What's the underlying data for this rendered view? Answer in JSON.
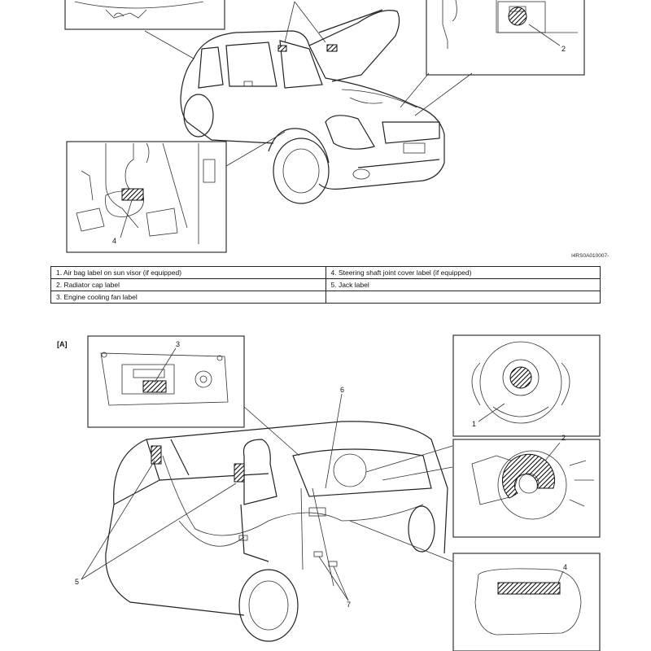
{
  "figure_code": "I4RS0A010007-",
  "figure_tag": "[A]",
  "legend": {
    "rows": [
      [
        "1.  Air bag label on sun visor (if equipped)",
        "4.  Steering shaft joint cover label (if equipped)"
      ],
      [
        "2.  Radiator cap label",
        "5.  Jack label"
      ],
      [
        "3.  Engine cooling fan label",
        ""
      ]
    ]
  },
  "callouts_top": {
    "c2": "2",
    "c4": "4"
  },
  "callouts_bottom": {
    "c1": "1",
    "c2": "2",
    "c3": "3",
    "c4": "4",
    "c5": "5",
    "c6": "6",
    "c7": "7"
  }
}
